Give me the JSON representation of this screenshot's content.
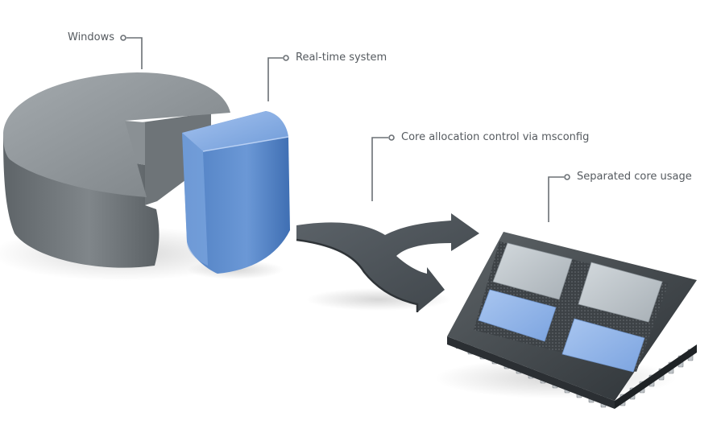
{
  "labels": {
    "windows": "Windows",
    "realtime": "Real-time system",
    "core_control": "Core allocation control via msconfig",
    "separated": "Separated core usage"
  },
  "colors": {
    "pie_gray": "#7c8286",
    "pie_blue": "#5f8fd0",
    "arrow": "#4f565c",
    "chip_body": "#3f4448",
    "core_gray": "#b8c0c6",
    "core_blue": "#8fb2e6",
    "callout_line": "#6b7075"
  },
  "icons": [
    "pie-chart-3d-icon",
    "split-arrow-icon",
    "multicore-cpu-chip-icon"
  ]
}
